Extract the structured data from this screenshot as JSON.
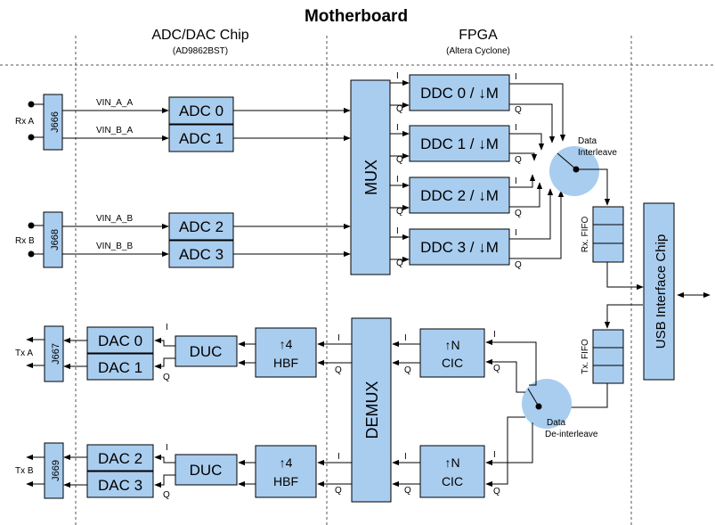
{
  "title": "Motherboard",
  "sections": {
    "adc_dac": {
      "title": "ADC/DAC Chip",
      "subtitle": "(AD9862BST)"
    },
    "fpga": {
      "title": "FPGA",
      "subtitle": "(Altera Cyclone)"
    }
  },
  "connectors": {
    "j666": "J666",
    "j668": "J668",
    "j667": "J667",
    "j669": "J669"
  },
  "ports": {
    "rx_a": "Rx A",
    "rx_b": "Rx B",
    "tx_a": "Tx A",
    "tx_b": "Tx B"
  },
  "signals": {
    "vin_a_a": "VIN_A_A",
    "vin_b_a": "VIN_B_A",
    "vin_a_b": "VIN_A_B",
    "vin_b_b": "VIN_B_B"
  },
  "adc": [
    "ADC 0",
    "ADC 1",
    "ADC 2",
    "ADC 3"
  ],
  "dac": [
    "DAC 0",
    "DAC 1",
    "DAC 2",
    "DAC 3"
  ],
  "mux": "MUX",
  "demux": "DEMUX",
  "ddc": [
    "DDC 0 / ↓M",
    "DDC 1 / ↓M",
    "DDC 2 / ↓M",
    "DDC 3 / ↓M"
  ],
  "duc": "DUC",
  "hbf": {
    "line1": "↑4",
    "line2": "HBF"
  },
  "cic": {
    "line1": "↑N",
    "line2": "CIC"
  },
  "iq": {
    "i": "I",
    "q": "Q"
  },
  "rx_fifo": "Rx. FIFO",
  "tx_fifo": "Tx. FIFO",
  "usb": "USB Interface Chip",
  "interleave": {
    "line1": "Data",
    "line2": "Interleave"
  },
  "deinterleave": {
    "line1": "Data",
    "line2": "De-interleave"
  }
}
